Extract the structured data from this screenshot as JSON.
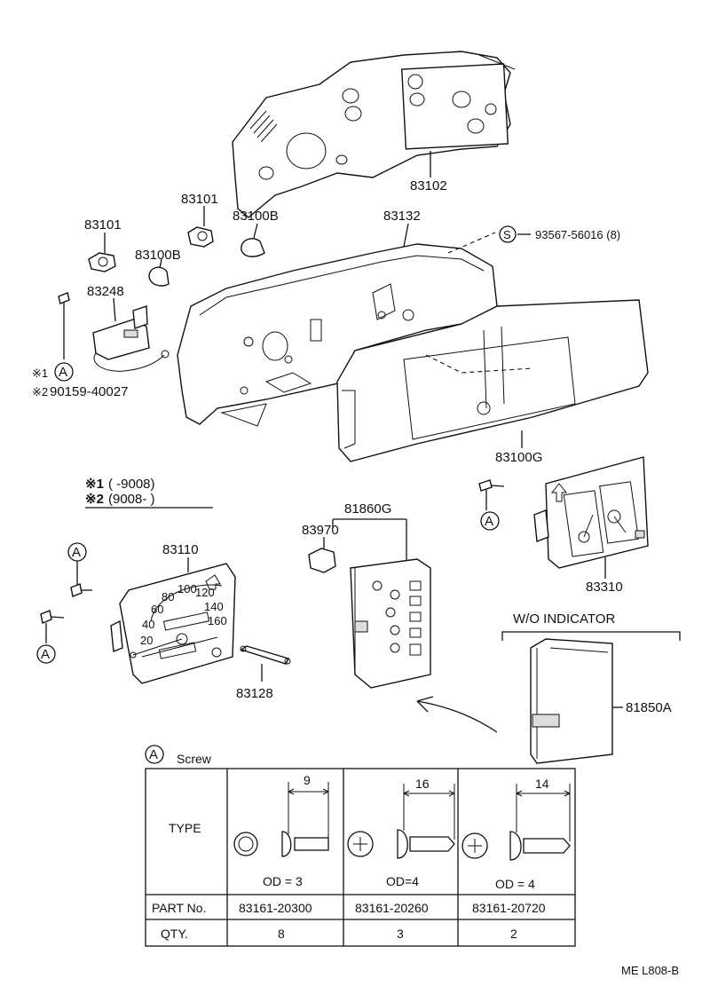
{
  "parts": {
    "p83102": "83102",
    "p83101a": "83101",
    "p83101b": "83101",
    "p83100b_a": "83100B",
    "p83100b_b": "83100B",
    "p83132": "83132",
    "p83248": "83248",
    "screw_spec": "93567-56016 (8)",
    "note_screw": "90159-40027",
    "p83100g": "83100G",
    "p81860g": "81860G",
    "p83970": "83970",
    "p83110": "83110",
    "p83128": "83128",
    "p83310": "83310",
    "p81850a": "81850A",
    "wo_indicator": "W/O INDICATOR"
  },
  "markers": {
    "circle_a": "A",
    "circle_s": "S",
    "note1_prefix": "※1",
    "note2_prefix": "※2"
  },
  "legend": {
    "line1_mark": "※1",
    "line1_text": "(      -9008)",
    "line2_mark": "※2",
    "line2_text": "(9008-        )"
  },
  "speedo_numbers": [
    "20",
    "40",
    "60",
    "80",
    "100",
    "120",
    "140",
    "160"
  ],
  "screw_table": {
    "title": "Screw",
    "type_label": "TYPE",
    "part_no_label": "PART No.",
    "qty_label": "QTY.",
    "columns": [
      {
        "length": "9",
        "od": "OD = 3",
        "part_no": "83161-20300",
        "qty": "8"
      },
      {
        "length": "16",
        "od": "OD=4",
        "part_no": "83161-20260",
        "qty": "3"
      },
      {
        "length": "14",
        "od": "OD = 4",
        "part_no": "83161-20720",
        "qty": "2"
      }
    ]
  },
  "drawing_code": "ME L808-B"
}
